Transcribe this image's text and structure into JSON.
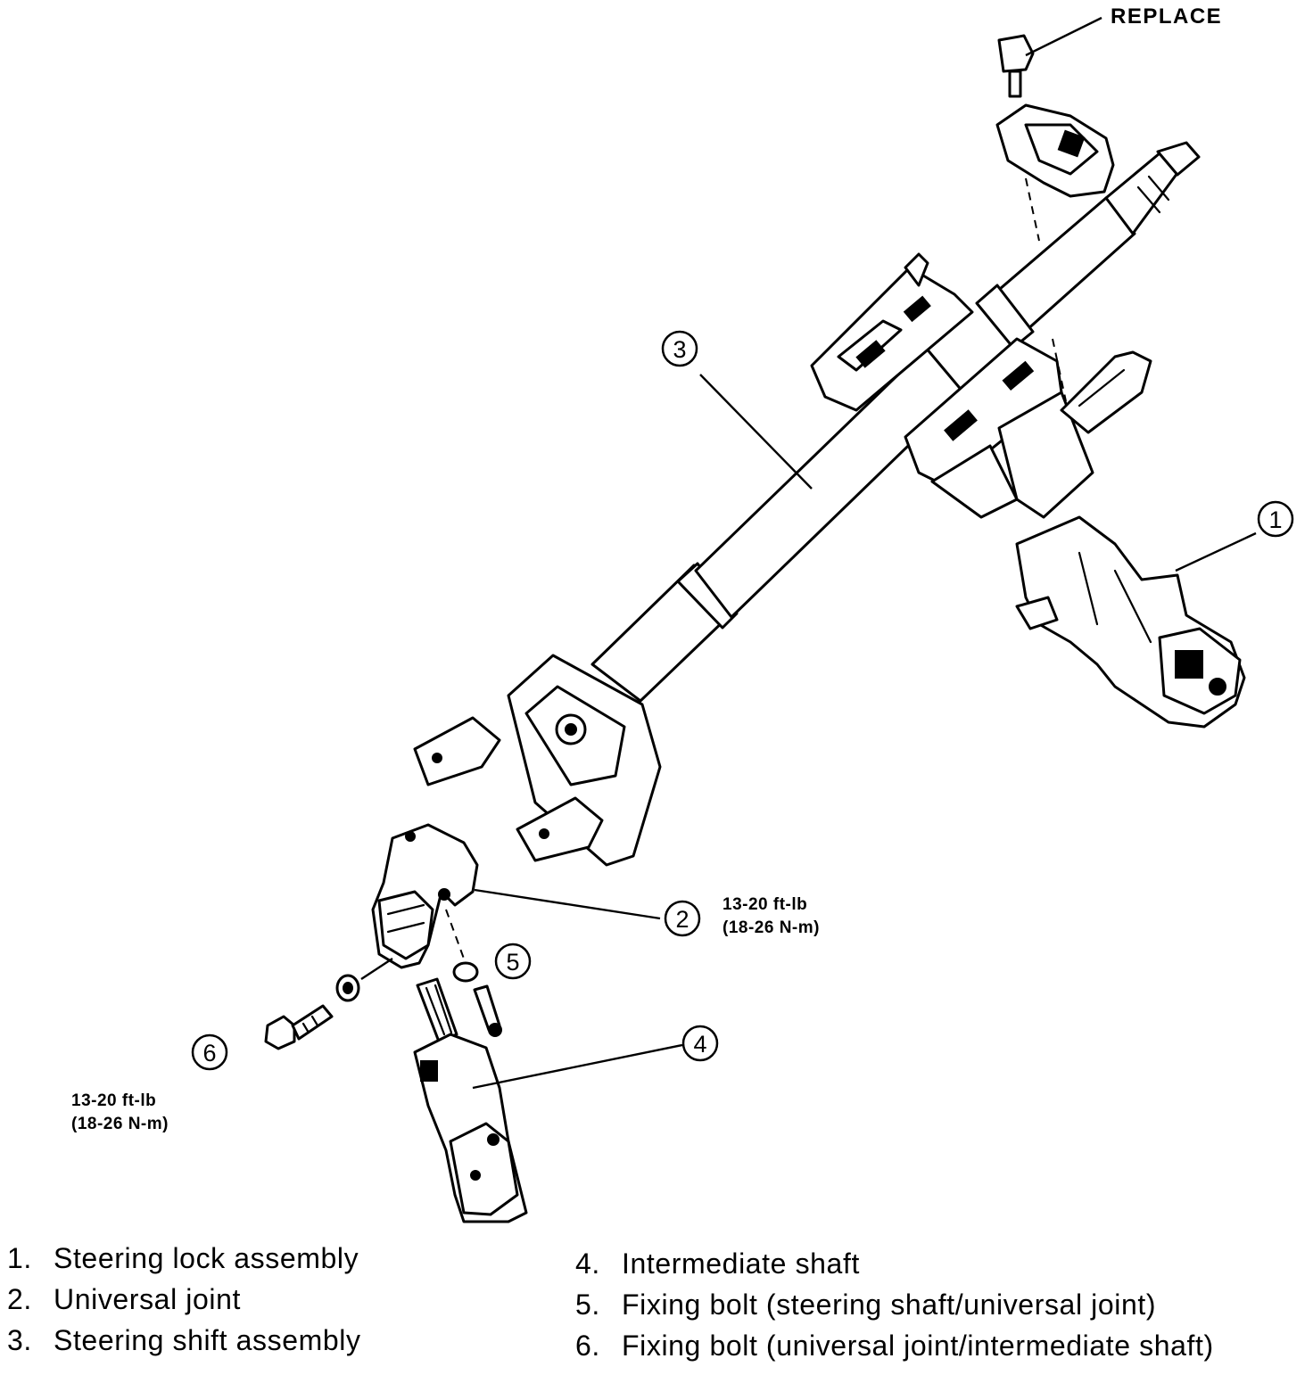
{
  "notes": {
    "replace": "REPLACE"
  },
  "callouts": [
    "1",
    "2",
    "3",
    "4",
    "5",
    "6"
  ],
  "torque": [
    {
      "line1": "13-20 ft-lb",
      "line2": "(18-26 N-m)"
    },
    {
      "line1": "13-20 ft-lb",
      "line2": "(18-26 N-m)"
    }
  ],
  "legend": [
    {
      "num": "1.",
      "label": "Steering lock assembly"
    },
    {
      "num": "2.",
      "label": "Universal joint"
    },
    {
      "num": "3.",
      "label": "Steering shift assembly"
    },
    {
      "num": "4.",
      "label": "Intermediate shaft"
    },
    {
      "num": "5.",
      "label": "Fixing bolt (steering shaft/universal joint)"
    },
    {
      "num": "6.",
      "label": "Fixing bolt (universal joint/intermediate shaft)"
    }
  ]
}
